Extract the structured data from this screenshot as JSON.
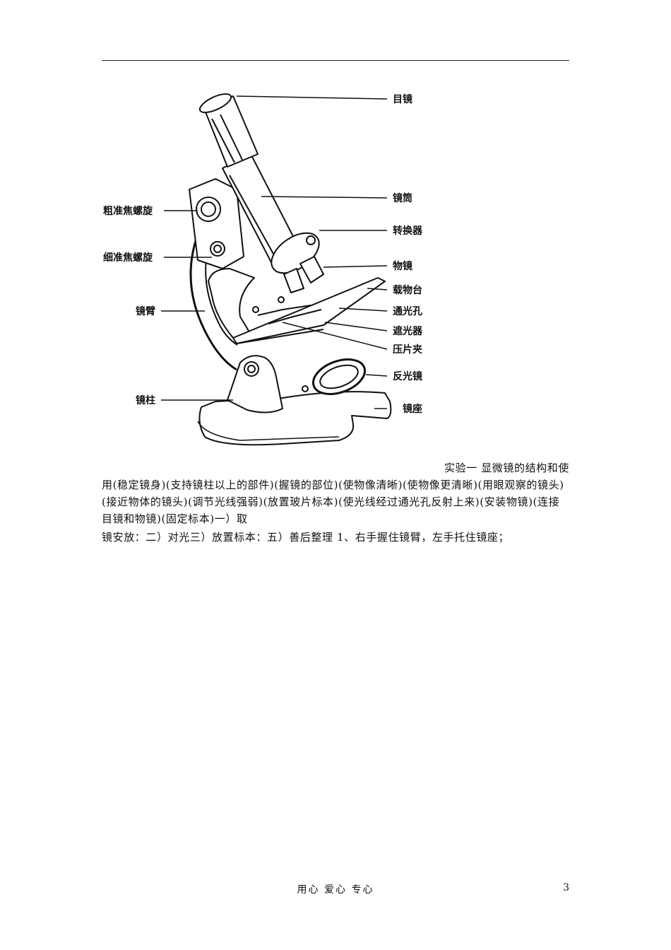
{
  "figure": {
    "labels": {
      "eyepiece": "目镜",
      "tube": "镜筒",
      "nosepiece": "转换器",
      "objective": "物镜",
      "stage": "载物台",
      "stage_hole": "通光孔",
      "diaphragm": "遮光器",
      "clip": "压片夹",
      "mirror": "反光镜",
      "base": "镜座",
      "coarse_knob": "粗准焦螺旋",
      "fine_knob": "细准焦螺旋",
      "arm": "镜臂",
      "pillar": "镜柱"
    }
  },
  "text": {
    "line1": "实验一  显微镜的结构和使",
    "para": "用(稳定镜身)(支持镜柱以上的部件)(握镜的部位)(使物像清晰)(使物像更清晰)(用眼观察的镜头)(接近物体的镜头)(调节光线强弱)(放置玻片标本)(使光线经过通光孔反射上来)(安装物镜)(连接目镜和物镜)(固定标本)一）取",
    "line_last": "镜安放：二）对光三）放置标本：五）善后整理 1、右手握住镜臂，左手托住镜座；"
  },
  "footer": {
    "center": "用心  爱心  专心",
    "page_number": "3"
  }
}
